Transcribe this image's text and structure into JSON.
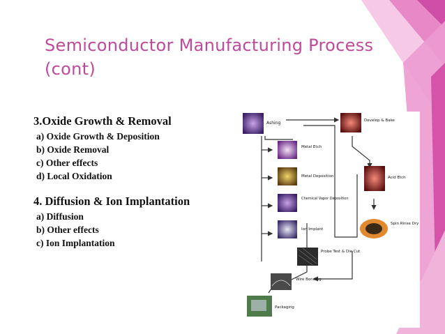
{
  "slide": {
    "title_line1": "Semiconductor Manufacturing Process",
    "title_line2": "(cont)"
  },
  "sections": [
    {
      "heading": "3.Oxide Growth & Removal",
      "items": [
        "a) Oxide Growth & Deposition",
        "b) Oxide Removal",
        "c) Other effects",
        "d) Local Oxidation"
      ]
    },
    {
      "heading": "4. Diffusion & Ion Implantation",
      "items": [
        "a) Diffusion",
        "b) Other effects",
        "c) Ion Implantation"
      ]
    }
  ],
  "flowchart": {
    "left_steps": [
      "Ashing",
      "Metal Deposition",
      "Chemical Vapor Deposition",
      "Ion Implant"
    ],
    "metal_etch": "Metal Etch",
    "right_steps": [
      "Develop & Bake",
      "Acid Etch",
      "Spin Rinse Dry"
    ],
    "probe_test": "Probe Test & Die Cut",
    "wire_bonding": "Wire Bonding",
    "packaging": "Packaging"
  },
  "colors": {
    "title": "#c04a9a",
    "accent_dark": "#b7237e",
    "accent_mid": "#e06cb8",
    "accent_light": "#f3b6de"
  }
}
